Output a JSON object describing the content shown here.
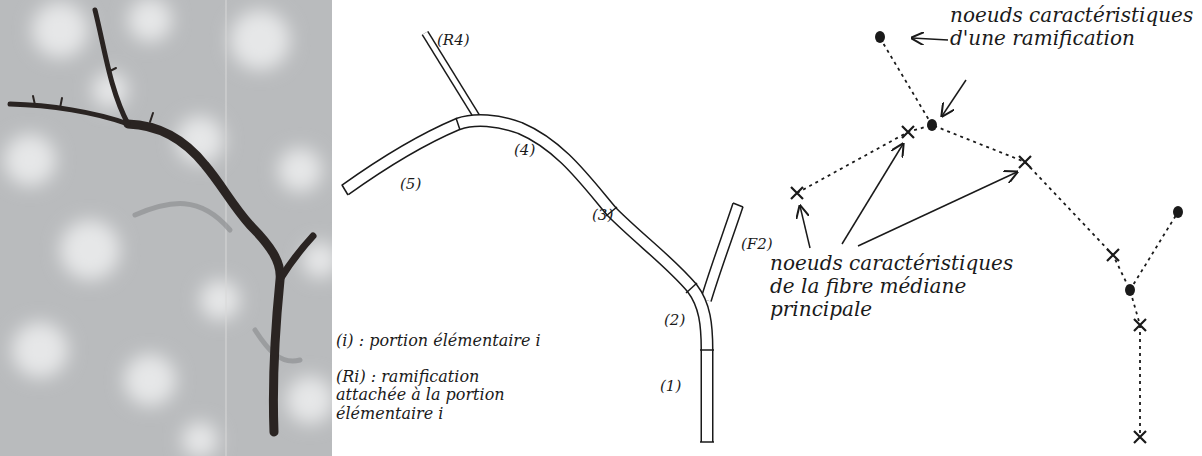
{
  "diagram": {
    "labels": [
      "(R4)",
      "(4)",
      "(5)",
      "(3)",
      "(F2)",
      "(2)",
      "(1)",
      "(i) : portion élémentaire i",
      "(Ri) : ramification attachée à la portion élémentaire i",
      "noeuds caractéristiques d'une ramification",
      "noeuds caractéristiques de la fibre médiane principale"
    ]
  }
}
